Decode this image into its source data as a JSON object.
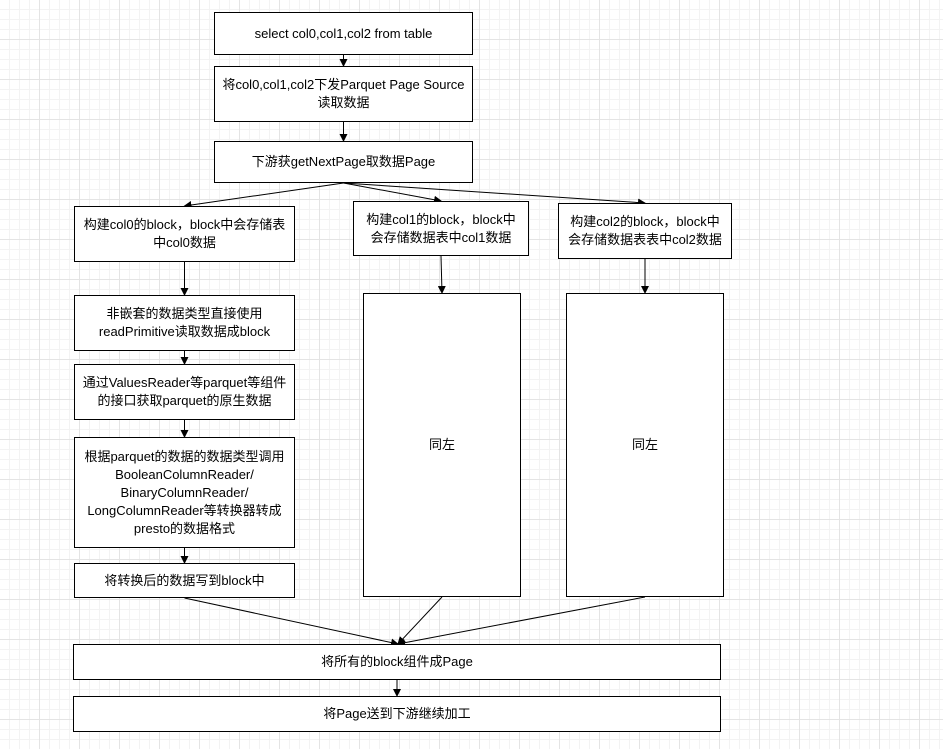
{
  "diagram": {
    "nodes": {
      "select": {
        "text": "select col0,col1,col2 from table"
      },
      "pushdown": {
        "text": "将col0,col1,col2下发Parquet Page Source\n读取数据"
      },
      "nextpage": {
        "text": "下游获getNextPage取数据Page"
      },
      "col0": {
        "text": "构建col0的block，block中会存储表\n中col0数据"
      },
      "col1": {
        "text": "构建col1的block，block中\n会存储数据表中col1数据"
      },
      "col2": {
        "text": "构建col2的block，block中\n会存储数据表表中col2数据"
      },
      "nonnest": {
        "text": "非嵌套的数据类型直接使用\nreadPrimitive读取数据成block"
      },
      "values": {
        "text": "通过ValuesReader等parquet等组件\n的接口获取parquet的原生数据"
      },
      "convert": {
        "text": "根据parquet的数据的数据类型调用\nBooleanColumnReader/\nBinaryColumnReader/\nLongColumnReader等转换器转成\npresto的数据格式"
      },
      "write": {
        "text": "将转换后的数据写到block中"
      },
      "same1": {
        "text": "同左"
      },
      "same2": {
        "text": "同左"
      },
      "assemble": {
        "text": "将所有的block组件成Page"
      },
      "send": {
        "text": "将Page送到下游继续加工"
      }
    },
    "edges": [
      [
        "select",
        "pushdown"
      ],
      [
        "pushdown",
        "nextpage"
      ],
      [
        "nextpage",
        "col0"
      ],
      [
        "nextpage",
        "col1"
      ],
      [
        "nextpage",
        "col2"
      ],
      [
        "col0",
        "nonnest"
      ],
      [
        "nonnest",
        "values"
      ],
      [
        "values",
        "convert"
      ],
      [
        "convert",
        "write"
      ],
      [
        "col1",
        "same1"
      ],
      [
        "col2",
        "same2"
      ],
      [
        "write",
        "assemble"
      ],
      [
        "same1",
        "assemble"
      ],
      [
        "same2",
        "assemble"
      ],
      [
        "assemble",
        "send"
      ]
    ]
  }
}
